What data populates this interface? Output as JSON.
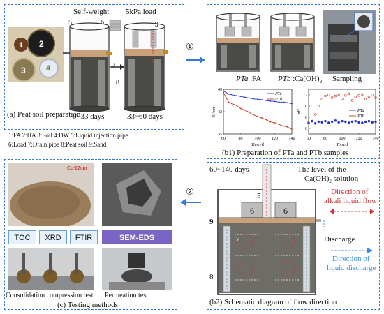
{
  "panel_a": {
    "caption": "(a) Peat soil preparation",
    "top_labels": {
      "self_weight": "Self-weight",
      "load": "5kPa load"
    },
    "days_left": "0~33 days",
    "days_right": "33~60 days",
    "circles": [
      "1",
      "2",
      "3",
      "4"
    ],
    "callouts": [
      "5",
      "6",
      "7",
      "9",
      "8"
    ],
    "legend_line1": "1:FA   2:HA   3:Soil   4:DW   5:Liquid injection pipe",
    "legend_line2": "6:Load   7:Drain pipe   8:Peat soil   9:Sand"
  },
  "step_markers": {
    "one": "①",
    "two": "②"
  },
  "panel_b1": {
    "caption": "(b1) Preparation of PTa and PTb samples",
    "label_pta_name": "PTa",
    "label_pta_rest": " :FA",
    "label_ptb_name": "PTb",
    "label_ptb_rest": " :Ca(OH)",
    "label_ptb_sub": "2",
    "label_sampling": "Sampling"
  },
  "panel_b2": {
    "caption": "(b2) Schematic diagram of flow direction",
    "days": "60~140 days",
    "level_line1": "The level of the",
    "level_line2": "Ca(OH)",
    "level_sub": "2",
    "level_line2b": " solution",
    "pipe_num": "5",
    "load_num_1": "6",
    "load_num_2": "6",
    "num_9": "9",
    "num_7": "7",
    "num_8": "8",
    "alkali_line1": "Direction of",
    "alkali_line2": "alkali liquid flow",
    "discharge": "Discharge",
    "liquid_line1": "Direction of",
    "liquid_line2": "liquid discharge"
  },
  "panel_c": {
    "caption": "(c) Testing methods",
    "photo_label": "Cp-22cm",
    "tests": [
      "TOC",
      "XRD",
      "FTIR",
      "SEM-EDS"
    ],
    "consolidation": "Consolidation compression test",
    "permeation": "Permeation test"
  },
  "chart_data": [
    {
      "type": "line",
      "xlabel": "Time /d",
      "ylabel": "S /mm",
      "xlim": [
        60,
        140
      ],
      "ylim": [
        35,
        49
      ],
      "xticks": [
        60,
        80,
        100,
        120,
        140
      ],
      "yticks": [
        35,
        42,
        49
      ],
      "legend": "top-right",
      "series": [
        {
          "name": "PTa",
          "color": "#2233cc",
          "x": [
            60,
            63,
            66,
            70,
            75,
            80,
            85,
            90,
            95,
            100,
            105,
            110,
            115,
            120,
            125,
            130,
            135,
            140
          ],
          "y": [
            48.5,
            48.0,
            47.5,
            47.3,
            47.0,
            46.8,
            46.5,
            46.3,
            46.0,
            45.9,
            45.7,
            45.5,
            45.3,
            45.2,
            45.0,
            45.0,
            44.8,
            44.5
          ]
        },
        {
          "name": "PTb",
          "color": "#cc3322",
          "x": [
            60,
            63,
            66,
            70,
            75,
            80,
            85,
            90,
            95,
            100,
            105,
            110,
            115,
            120,
            125,
            130,
            135,
            140
          ],
          "y": [
            48.0,
            46.5,
            45.0,
            44.5,
            44.0,
            43.0,
            42.5,
            41.8,
            41.0,
            40.5,
            40.0,
            39.5,
            38.8,
            38.5,
            38.0,
            37.5,
            37.2,
            36.5
          ]
        }
      ]
    },
    {
      "type": "scatter",
      "xlabel": "Time/d",
      "ylabel": "pH",
      "xlim": [
        60,
        140
      ],
      "ylim": [
        5,
        13
      ],
      "xticks": [
        60,
        80,
        100,
        120,
        140
      ],
      "yticks": [
        6,
        8,
        10,
        12
      ],
      "legend": "center-right",
      "series": [
        {
          "name": "PTa",
          "color": "#2233cc",
          "x": [
            60,
            64,
            68,
            72,
            76,
            80,
            84,
            88,
            92,
            96,
            100,
            104,
            108,
            112,
            116,
            120,
            124,
            128,
            132,
            136,
            140
          ],
          "y": [
            7.0,
            7.3,
            6.9,
            7.2,
            7.1,
            7.3,
            7.0,
            7.2,
            7.4,
            7.1,
            7.3,
            7.2,
            7.0,
            7.2,
            7.3,
            7.1,
            7.0,
            7.2,
            7.3,
            7.1,
            7.2
          ]
        },
        {
          "name": "PTb",
          "color": "#cc3322",
          "x": [
            60,
            64,
            68,
            72,
            76,
            80,
            84,
            88,
            92,
            96,
            100,
            104,
            108,
            112,
            116,
            120,
            124,
            128,
            132,
            136,
            140
          ],
          "y": [
            7.0,
            7.5,
            8.5,
            10.0,
            11.2,
            11.8,
            12.0,
            11.5,
            11.8,
            12.1,
            11.3,
            11.9,
            12.2,
            11.0,
            11.6,
            11.9,
            12.1,
            11.2,
            11.7,
            12.0,
            11.5
          ]
        }
      ]
    }
  ]
}
